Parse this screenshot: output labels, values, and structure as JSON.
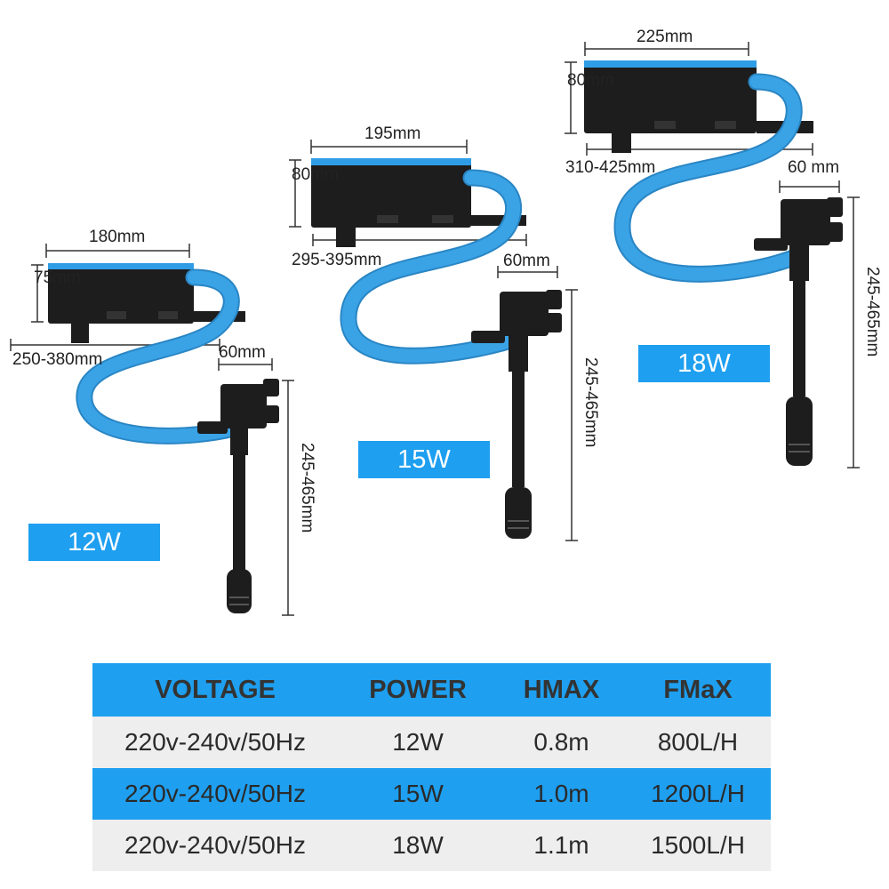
{
  "colors": {
    "accent": "#1e9ff0",
    "hose": "#3aa3e6",
    "pump_body": "#1d1d1d",
    "row_gray": "#eeeeee"
  },
  "products": [
    {
      "id": "12w",
      "badge": "12W",
      "box_width": "180mm",
      "box_height": "75mm",
      "tank_range": "250-380mm",
      "pump_width": "60mm",
      "pump_height": "245-465mm"
    },
    {
      "id": "15w",
      "badge": "15W",
      "box_width": "195mm",
      "box_height": "80mm",
      "tank_range": "295-395mm",
      "pump_width": "60mm",
      "pump_height": "245-465mm"
    },
    {
      "id": "18w",
      "badge": "18W",
      "box_width": "225mm",
      "box_height": "80mm",
      "tank_range": "310-425mm",
      "pump_width": "60 mm",
      "pump_height": "245-465mm"
    }
  ],
  "table": {
    "headers": [
      "VOLTAGE",
      "POWER",
      "HMAX",
      "FMaX"
    ],
    "rows": [
      [
        "220v-240v/50Hz",
        "12W",
        "0.8m",
        "800L/H"
      ],
      [
        "220v-240v/50Hz",
        "15W",
        "1.0m",
        "1200L/H"
      ],
      [
        "220v-240v/50Hz",
        "18W",
        "1.1m",
        "1500L/H"
      ]
    ]
  }
}
